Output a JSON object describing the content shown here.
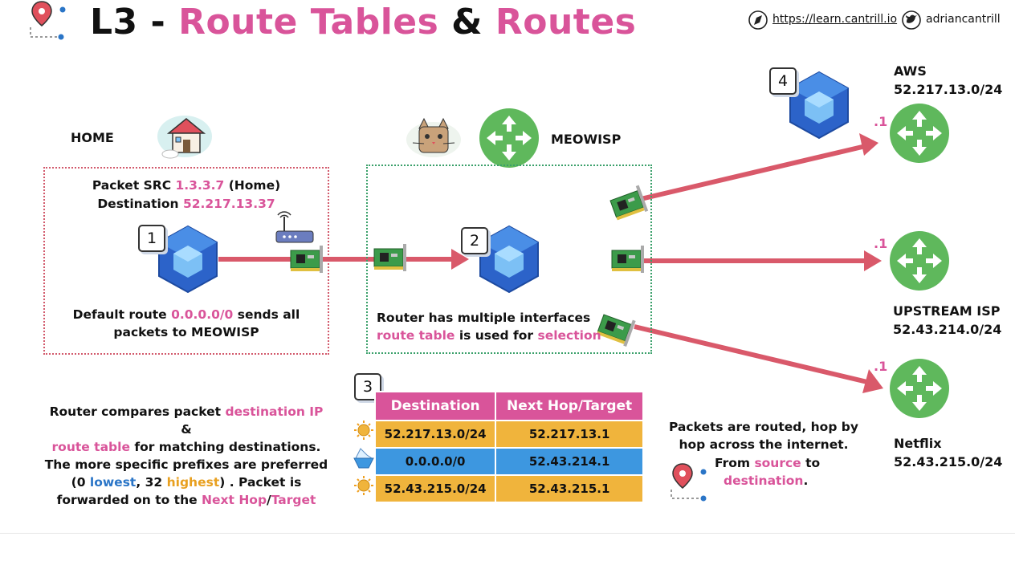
{
  "header": {
    "title_prefix": "L3 - ",
    "title_part1": "Route Tables",
    "title_amp": " & ",
    "title_part2": "Routes",
    "url": "https://learn.cantrill.io",
    "handle": "adriancantrill"
  },
  "home": {
    "label": "HOME",
    "packet_src_label": "Packet SRC ",
    "packet_src_ip": "1.3.3.7",
    "packet_src_suffix": " (Home)",
    "destination_label": "Destination ",
    "destination_ip": "52.217.13.37",
    "badge": "1",
    "route_text_1": "Default route ",
    "route_cidr": "0.0.0.0/0",
    "route_text_2": " sends all",
    "route_text_3": "packets to MEOWISP"
  },
  "isp": {
    "label": "MEOWISP",
    "badge": "2",
    "text_1": "Router has multiple interfaces",
    "text_2a": "route table",
    "text_2b": " is used for ",
    "text_2c": "selection"
  },
  "destinations": {
    "aws": {
      "badge": "4",
      "name": "AWS",
      "cidr": "52.217.13.0/24",
      "hop": ".1"
    },
    "upstream": {
      "name": "UPSTREAM ISP",
      "cidr": "52.43.214.0/24",
      "hop": ".1"
    },
    "netflix": {
      "name": "Netflix",
      "cidr": "52.43.215.0/24",
      "hop": ".1"
    }
  },
  "explain": {
    "l1a": "Router compares packet ",
    "l1b": "destination IP",
    "l1c": " &",
    "l2a": "route table",
    "l2b": " for matching destinations.",
    "l3": "The more specific prefixes are preferred",
    "l4a": "(0 ",
    "l4b": "lowest",
    "l4c": ", 32 ",
    "l4d": "highest",
    "l4e": ") . Packet is",
    "l5a": "forwarded on to the ",
    "l5b": "Next Hop",
    "l5c": "/",
    "l5d": "Target"
  },
  "route_table": {
    "badge": "3",
    "headers": [
      "Destination",
      "Next Hop/Target"
    ],
    "rows": [
      {
        "dest": "52.217.13.0/24",
        "hop": "52.217.13.1",
        "icon": "sun-icon",
        "color": "#f0b43c"
      },
      {
        "dest": "0.0.0.0/0",
        "hop": "52.43.214.1",
        "icon": "iceberg-icon",
        "color": "#3d97e0"
      },
      {
        "dest": "52.43.215.0/24",
        "hop": "52.43.215.1",
        "icon": "sun-icon",
        "color": "#f0b43c"
      }
    ]
  },
  "summary": {
    "l1": "Packets are routed, hop by",
    "l2": "hop across the internet.",
    "l3a": "From ",
    "l3b": "source",
    "l3c": " to",
    "l4a": "destination",
    "l4b": "."
  },
  "colors": {
    "accent_pink": "#d9549a",
    "arrow": "#d9596a",
    "router_green": "#5fb85c",
    "cube_blue": "#2f6fd0"
  }
}
